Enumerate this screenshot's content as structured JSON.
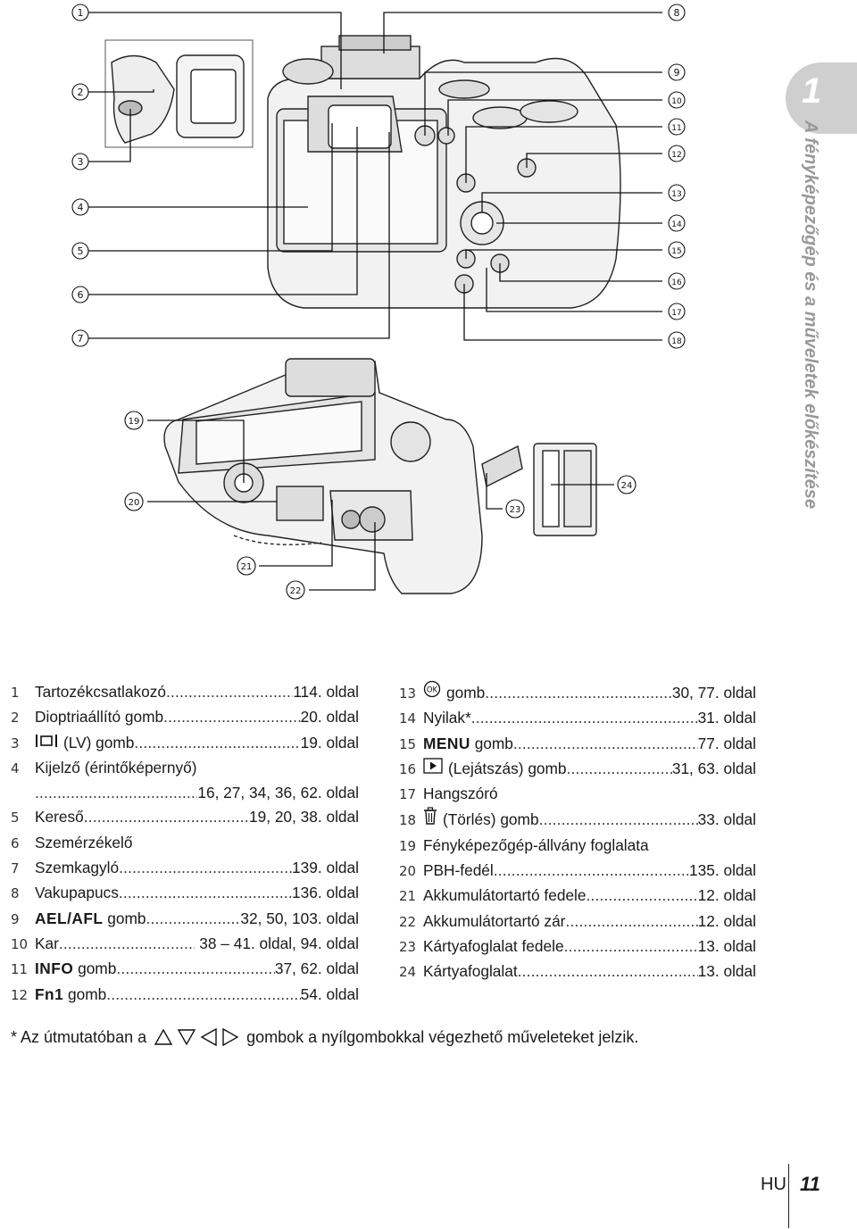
{
  "chapter": {
    "number": "1",
    "title": "A fényképezőgép és a műveletek előkészítése"
  },
  "figure_callouts": {
    "c1": "1",
    "c2": "2",
    "c3": "3",
    "c4": "4",
    "c5": "5",
    "c6": "6",
    "c7": "7",
    "c8": "8",
    "c9": "9",
    "c10": "10",
    "c11": "11",
    "c12": "12",
    "c13": "13",
    "c14": "14",
    "c15": "15",
    "c16": "16",
    "c17": "17",
    "c18": "18",
    "c19": "19",
    "c20": "20",
    "c21": "21",
    "c22": "22",
    "c23": "23",
    "c24": "24"
  },
  "legend_left": [
    {
      "marker": "1",
      "label": "Tartozékcsatlakozó",
      "page": "114. oldal"
    },
    {
      "marker": "2",
      "label": "Dioptriaállító gomb",
      "page": "20. oldal"
    },
    {
      "marker": "3",
      "label": "(LV) gomb",
      "page": "19. oldal",
      "icon": "lv-icon"
    },
    {
      "marker": "4",
      "label": "Kijelző (érintőképernyő)"
    },
    {
      "label": "",
      "page": "16, 27, 34, 36, 62. oldal"
    },
    {
      "marker": "5",
      "label": "Kereső",
      "page": "19, 20, 38. oldal"
    },
    {
      "marker": "6",
      "label": "Szemérzékelő"
    },
    {
      "marker": "7",
      "label": "Szemkagyló",
      "page": "139. oldal"
    },
    {
      "marker": "8",
      "label": "Vakupapucs",
      "page": "136. oldal"
    },
    {
      "marker": "9",
      "label": "AEL/AFL",
      "label_suffix": " gomb",
      "page": "32, 50, 103. oldal"
    },
    {
      "marker": "10",
      "label": "Kar",
      "page": " 38 – 41. oldal, 94. oldal"
    },
    {
      "marker": "11",
      "label": "INFO",
      "label_suffix": " gomb",
      "page": "37, 62. oldal"
    },
    {
      "marker": "12",
      "label": "Fn1",
      "label_suffix": " gomb",
      "page": "54. oldal"
    }
  ],
  "legend_right": [
    {
      "marker": "13",
      "label": "gomb",
      "page": "30, 77. oldal",
      "icon": "ok-icon"
    },
    {
      "marker": "14",
      "label": "Nyilak*",
      "page": "31. oldal"
    },
    {
      "marker": "15",
      "label": "MENU",
      "label_suffix": " gomb",
      "page": "77. oldal"
    },
    {
      "marker": "16",
      "label": "(Lejátszás) gomb",
      "page": "31, 63. oldal",
      "icon": "play-icon"
    },
    {
      "marker": "17",
      "label": "Hangszóró"
    },
    {
      "marker": "18",
      "label": "(Törlés) gomb",
      "page": "33. oldal",
      "icon": "trash-icon"
    },
    {
      "marker": "19",
      "label": "Fényképezőgép-állvány foglalata"
    },
    {
      "marker": "20",
      "label": "PBH-fedél",
      "page": "135. oldal"
    },
    {
      "marker": "21",
      "label": "Akkumulátortartó fedele",
      "page": "12. oldal"
    },
    {
      "marker": "22",
      "label": "Akkumulátortartó zár",
      "page": "12. oldal"
    },
    {
      "marker": "23",
      "label": "Kártyafoglalat fedele",
      "page": "13. oldal"
    },
    {
      "marker": "24",
      "label": "Kártyafoglalat",
      "page": "13. oldal"
    }
  ],
  "footnote": {
    "prefix": "* Az útmutatóban a",
    "suffix": "gombok a nyílgombokkal végezhető műveleteket jelzik."
  },
  "footer": {
    "language_code": "HU",
    "page_number": "11"
  }
}
